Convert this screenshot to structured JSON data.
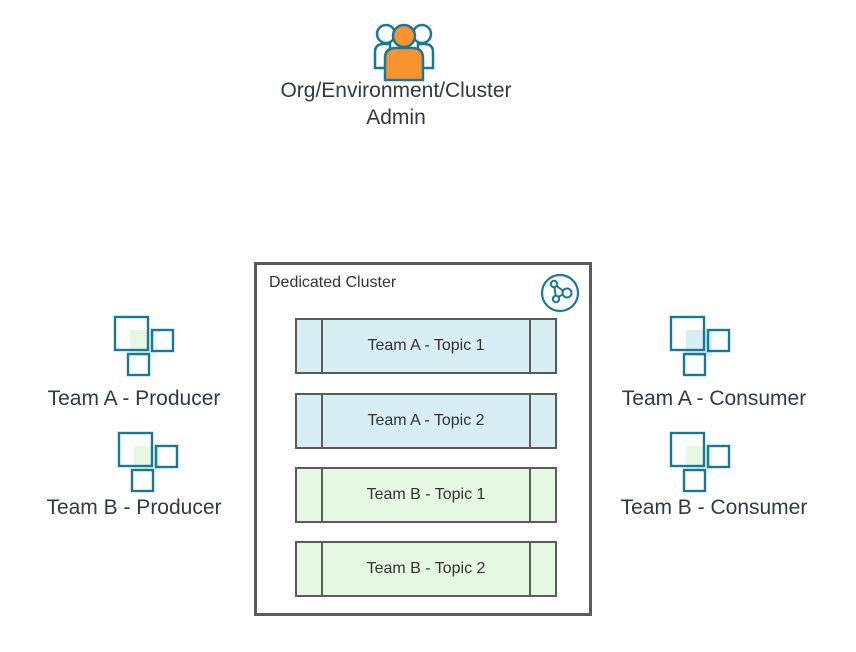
{
  "colors": {
    "orange": "#f7942f",
    "teal": "#19789a",
    "topic_blue": "#d7eef5",
    "topic_green": "#e5f8e1",
    "border": "#5b5b5b"
  },
  "admin": {
    "icon": "admin-group-icon",
    "label_line1": "Org/Environment/Cluster",
    "label_line2": "Admin"
  },
  "cluster": {
    "title": "Dedicated Cluster",
    "icon": "cluster-network-icon",
    "topics": [
      {
        "label": "Team A - Topic 1",
        "color": "#d7eef5"
      },
      {
        "label": "Team A - Topic 2",
        "color": "#d7eef5"
      },
      {
        "label": "Team B - Topic 1",
        "color": "#e5f8e1"
      },
      {
        "label": "Team B - Topic 2",
        "color": "#e5f8e1"
      }
    ]
  },
  "clients": {
    "team_a_producer": {
      "label": "Team A - Producer",
      "icon": "client-app-icon",
      "accent": "#e5f8e1"
    },
    "team_b_producer": {
      "label": "Team B - Producer",
      "icon": "client-app-icon",
      "accent": "#e5f8e1"
    },
    "team_a_consumer": {
      "label": "Team A - Consumer",
      "icon": "client-app-icon",
      "accent": "#d7eef5"
    },
    "team_b_consumer": {
      "label": "Team B - Consumer",
      "icon": "client-app-icon",
      "accent": "#e5f8e1"
    }
  }
}
